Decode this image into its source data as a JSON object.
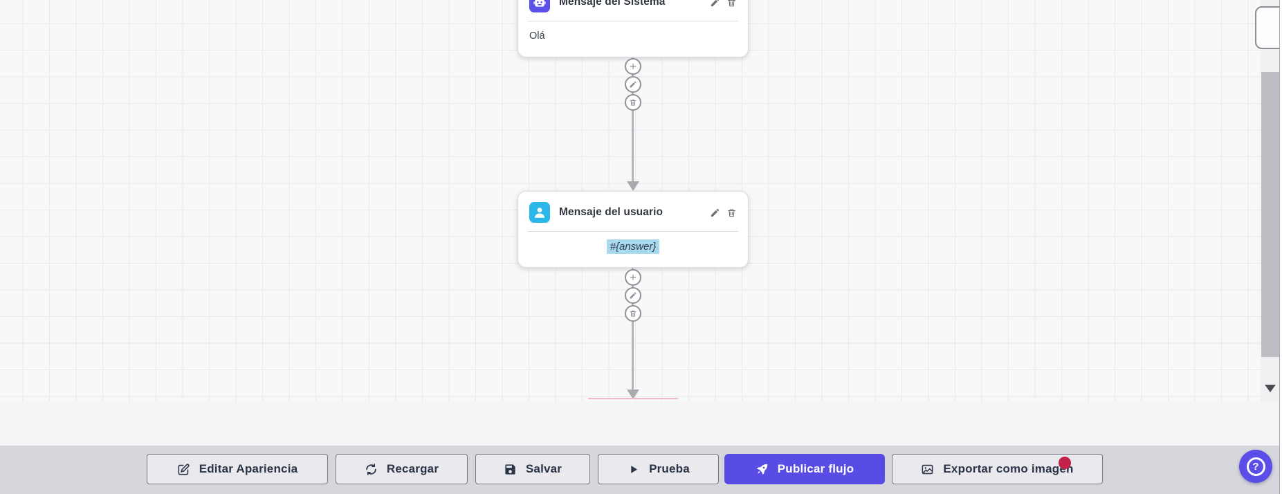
{
  "flow": {
    "nodes": [
      {
        "title": "Mensaje del Sistema",
        "content": "Olá",
        "icon": "robot-icon",
        "icon_bg": "#5b51e8"
      },
      {
        "title": "Mensaje del usuario",
        "content": "#{answer}",
        "icon": "user-icon",
        "icon_bg": "#2bb7e9",
        "content_highlight": "#a9d9ee"
      }
    ],
    "node_actions": [
      "add",
      "edit",
      "delete"
    ],
    "connector_color": "#b3b4ba"
  },
  "toolbar": {
    "background": "#d6d7dd",
    "buttons": [
      {
        "label": "Editar Apariencia",
        "icon": "edit-icon"
      },
      {
        "label": "Recargar",
        "icon": "refresh-icon"
      },
      {
        "label": "Salvar",
        "icon": "save-icon",
        "badge_color": "#c2224a"
      },
      {
        "label": "Prueba",
        "icon": "play-icon"
      },
      {
        "label": "Publicar flujo",
        "icon": "rocket-icon",
        "primary": true,
        "accent": "#584ce5"
      },
      {
        "label": "Exportar como imagen",
        "icon": "image-icon"
      }
    ]
  },
  "help_button": {
    "label": "?",
    "color": "#5a4de8"
  }
}
